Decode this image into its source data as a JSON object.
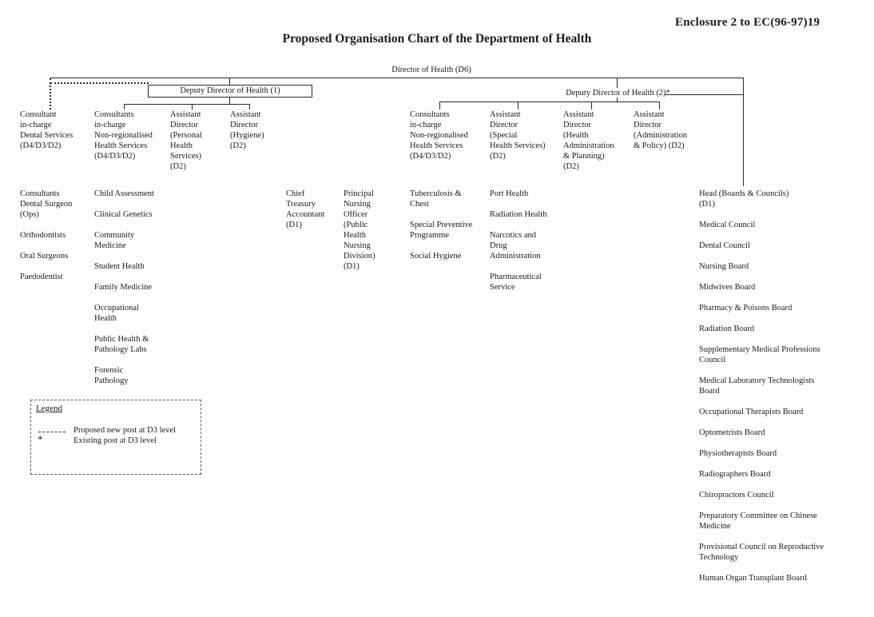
{
  "page": {
    "enclosure": "Enclosure 2 to EC(96-97)19",
    "title": "Proposed Organisation Chart of the Department of Health"
  },
  "chart": {
    "director": "Director of Health (D6)",
    "deputy1": "Deputy Director of Health (1)",
    "deputy2": "Deputy Director of Health (2)*",
    "columns": [
      {
        "header": "Consultant\nin-charge\nDental Services\n(D4/D3/D2)",
        "items": [
          "Consultants\nDental Surgeon\n(Ops)",
          "Orthodontists",
          "Oral Surgeons",
          "Paedodentist"
        ]
      },
      {
        "header": "Consultants\nin-charge\nNon-regionalised\nHealth Services\n(D4/D3/D2)",
        "items": [
          "Child Assessment",
          "Clinical Genetics",
          "Community\nMedicine",
          "Student Health",
          "Family Medicine",
          "Occupational\nHealth",
          "Public Health &\nPathology Labs",
          "Forensic\nPathology"
        ]
      },
      {
        "header": "Assistant\nDirector\n(Personal\nHealth\nServices)\n(D2)",
        "items": []
      },
      {
        "header": "Assistant\nDirector\n(Hygiene)\n(D2)",
        "items": []
      },
      {
        "header": "Consultants\nin-charge\nNon-regionalised\nHealth Services\n(D4/D3/D2)",
        "items": [
          "Tuberculosis &\nChest",
          "Special Preventive\nProgramme",
          "Social Hygiene"
        ]
      },
      {
        "header": "Assistant\nDirector\n(Special\nHealth Services)\n(D2)",
        "items": [
          "Port Health",
          "Radiation Health",
          "Narcotics and\nDrug\nAdministration",
          "Pharmaceutical\nService"
        ]
      },
      {
        "header": "Assistant\nDirector\n(Health\nAdministration\n& Planning)\n(D2)",
        "items": []
      },
      {
        "header": "Assistant\nDirector\n(Administration\n& Policy) (D2)",
        "items": []
      }
    ],
    "mid_nodes": [
      "Chief\nTreasury\nAccountant\n(D1)",
      "Principal\nNursing\nOfficer\n(Public\nHealth\nNursing\nDivision)\n(D1)"
    ],
    "boards": [
      "Head (Boards & Councils)\n(D1)",
      "Medical Council",
      "Dental Council",
      "Nursing Board",
      "Midwives Board",
      "Pharmacy & Poisons Board",
      "Radiation Board",
      "Supplementary Medical Professions\nCouncil",
      "Medical Laboratory Technologists\nBoard",
      "Occupational Therapists Board",
      "Optometrists Board",
      "Physiotherapists Board",
      "Radiographers Board",
      "Chiropractors Council",
      "Preparatory Committee on Chinese\nMedicine",
      "Provisional Council on Reproductive\nTechnology",
      "Human Organ Transplant Board"
    ]
  },
  "legend": {
    "title": "Legend",
    "items": [
      {
        "symbol": "dashed-line",
        "label": "Proposed new post at D3 level"
      },
      {
        "symbol": "*",
        "label": "Existing post at D3 level"
      }
    ]
  }
}
